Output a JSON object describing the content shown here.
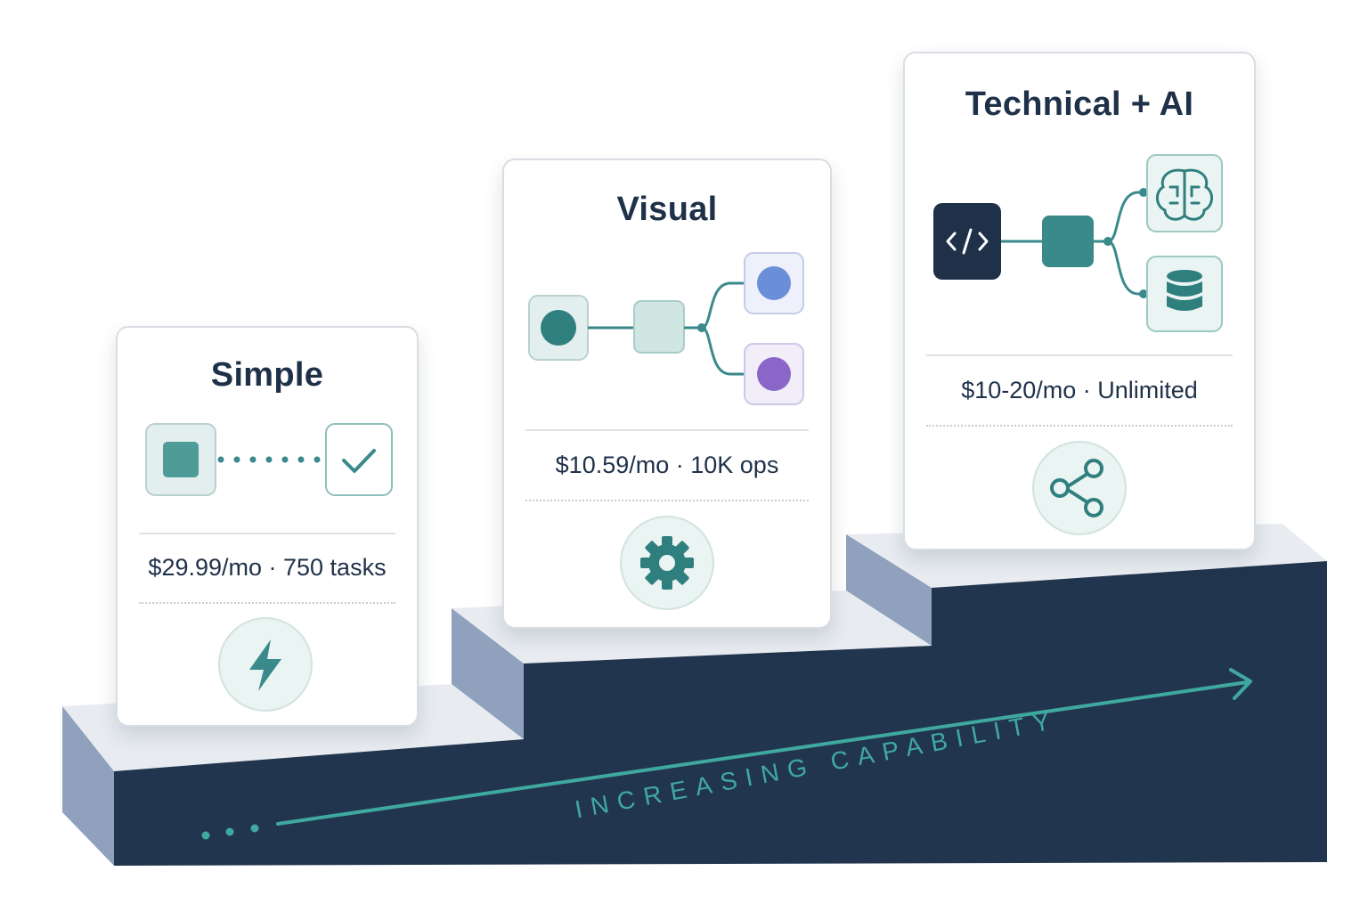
{
  "tiers": [
    {
      "title": "Simple",
      "price": "$29.99/mo · 750 tasks",
      "diagram": "trigger-dotted-check",
      "badge_icon": "lightning-icon"
    },
    {
      "title": "Visual",
      "price": "$10.59/mo · 10K ops",
      "diagram": "branching-flow",
      "badge_icon": "gear-icon"
    },
    {
      "title": "Technical + AI",
      "price": "$10-20/mo · Unlimited",
      "diagram": "code-ai-database-flow",
      "badge_icon": "share-icon"
    }
  ],
  "arrow_label": "INCREASING CAPABILITY",
  "colors": {
    "teal": "#3a8a8c",
    "teal_light": "#cfe6e3",
    "navy": "#1f3149",
    "step_top": "#e9edf2",
    "step_side": "#8fa1bd",
    "accent_text": "#3fa9a0",
    "blue_node": "#6a8fd8",
    "purple_node": "#8a66c8"
  }
}
